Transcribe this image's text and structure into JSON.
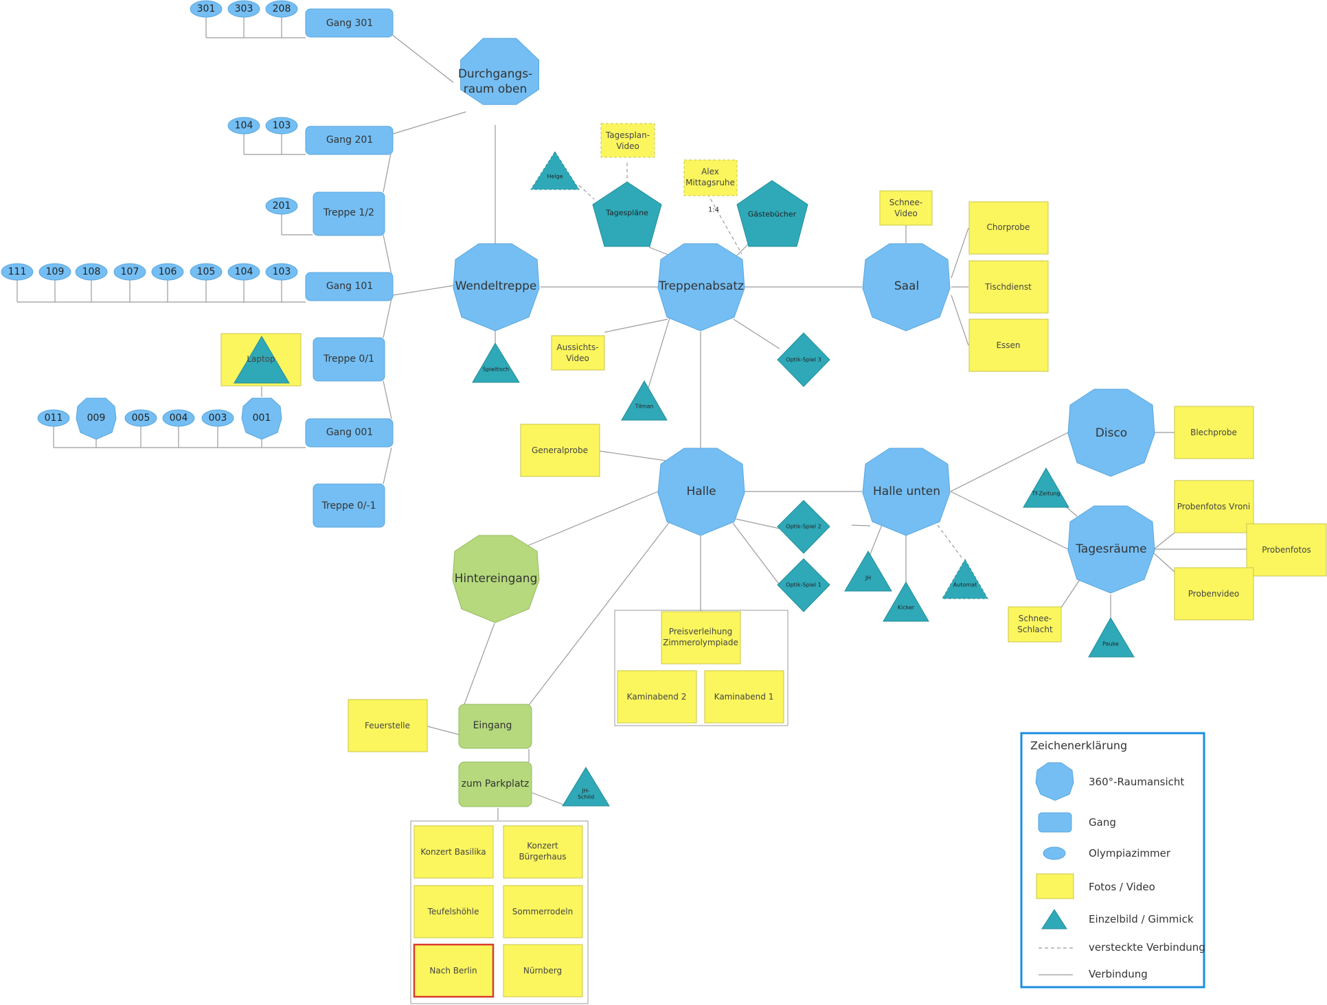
{
  "colors": {
    "room": "#74bef3",
    "room_stroke": "#5aa6dd",
    "gimmick": "#2fa9b8",
    "gimmick_stroke": "#228c99",
    "photo": "#fbf65e",
    "photo_stroke": "#c9c44a",
    "green": "#b5d97c",
    "green_stroke": "#93b960",
    "line": "#9a9a9a",
    "legend_border": "#1a8ee0",
    "highlight": "#d83a2c"
  },
  "rooms": {
    "durchgangsraum": [
      "Durchgangs-",
      "raum oben"
    ],
    "wendeltreppe": "Wendeltreppe",
    "treppenabsatz": "Treppenabsatz",
    "saal": "Saal",
    "halle": "Halle",
    "halle_unten": "Halle unten",
    "disco": "Disco",
    "tagesraeume": "Tagesräume",
    "hintereingang": "Hintereingang"
  },
  "gangs": {
    "gang301": "Gang 301",
    "gang201": "Gang 201",
    "treppe12": "Treppe 1/2",
    "gang101": "Gang 101",
    "treppe01": "Treppe 0/1",
    "gang001": "Gang 001",
    "treppe0m1": "Treppe 0/-1",
    "eingang": "Eingang",
    "parkplatz": "zum Parkplatz"
  },
  "olympia": {
    "floor3": [
      "301",
      "303",
      "208"
    ],
    "floor2": [
      "104",
      "103"
    ],
    "stair12": "201",
    "floor1": [
      "111",
      "109",
      "108",
      "107",
      "106",
      "105",
      "104",
      "103"
    ],
    "floor0": [
      "011",
      "009",
      "005",
      "004",
      "003",
      "001"
    ]
  },
  "photos": {
    "tagesplan_video": [
      "Tagesplan-",
      "Video"
    ],
    "alex": [
      "Alex",
      "Mittagsruhe"
    ],
    "schnee_video": [
      "Schnee-",
      "Video"
    ],
    "chorprobe": "Chorprobe",
    "tischdienst": "Tischdienst",
    "essen": "Essen",
    "aussichts_video": [
      "Aussichts-",
      "Video"
    ],
    "generalprobe": "Generalprobe",
    "laptop": "Laptop",
    "blechprobe": "Blechprobe",
    "probenfotos_vroni": "Probenfotos Vroni",
    "probenfotos": "Probenfotos",
    "probenvideo": "Probenvideo",
    "schneeschlacht": [
      "Schnee-",
      "Schlacht"
    ],
    "preisverleihung": [
      "Preisverleihung",
      "Zimmerolympiade"
    ],
    "kaminabend2": "Kaminabend 2",
    "kaminabend1": "Kaminabend 1",
    "feuerstelle": "Feuerstelle",
    "konzert_basilika": "Konzert Basilika",
    "konzert_buergerhaus": [
      "Konzert",
      "Bürgerhaus"
    ],
    "teufelshoehle": "Teufelshöhle",
    "sommerrodeln": "Sommerrodeln",
    "nach_berlin": "Nach Berlin",
    "nuernberg": "Nürnberg"
  },
  "gimmicks": {
    "helge": "Helge",
    "tagesplaene": "Tagespläne",
    "gaestebuecher": "Gästebücher",
    "spieltisch": "Spieltisch",
    "tilman": "Tilman",
    "optik3": "Optik-Spiel 3",
    "optik2": "Optik-Spiel 2",
    "optik1": "Optik-Spiel 1",
    "jh": "JH",
    "kicker": "Kicker",
    "automat": "Automat",
    "tf_zeitung": "Tf-Zeitung",
    "pauke": "Pauke",
    "jh_schild": [
      "JH-",
      "Schild"
    ]
  },
  "edge_labels": {
    "alex_link": "1:4"
  },
  "legend": {
    "title": "Zeichenerklärung",
    "items": [
      "360°-Raumansicht",
      "Gang",
      "Olympiazimmer",
      "Fotos / Video",
      "Einzelbild / Gimmick",
      "versteckte Verbindung",
      "Verbindung"
    ]
  }
}
